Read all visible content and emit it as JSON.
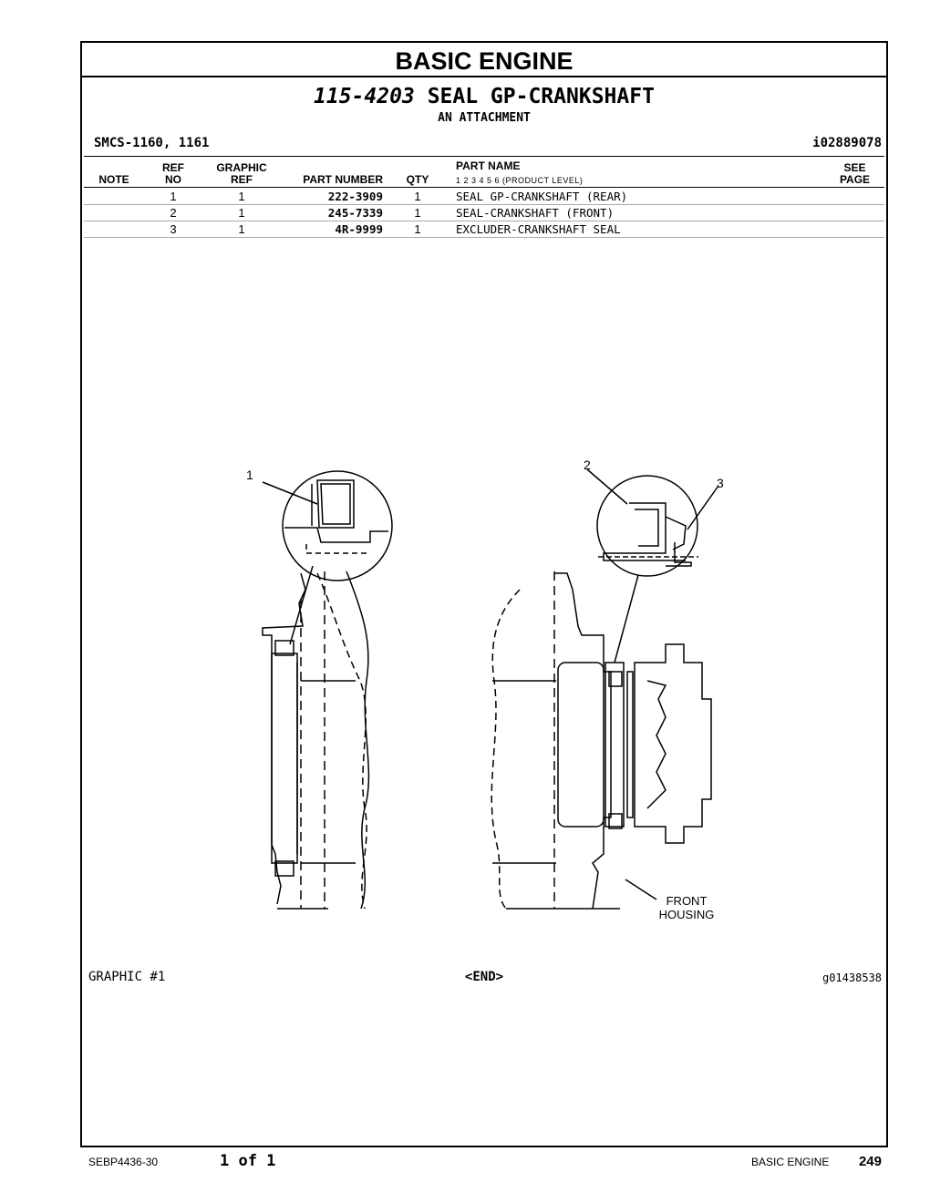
{
  "section_title": "BASIC ENGINE",
  "group": {
    "part_number": "115-4203",
    "name": "SEAL GP-CRANKSHAFT",
    "attachment": "AN ATTACHMENT"
  },
  "smcs": "SMCS-1160, 1161",
  "ref_id": "i02889078",
  "table": {
    "headers": {
      "note": "NOTE",
      "ref_no_top": "REF",
      "ref_no_bottom": "NO",
      "graphic_ref_top": "GRAPHIC",
      "graphic_ref_bottom": "REF",
      "part_number": "PART NUMBER",
      "qty": "QTY",
      "part_name": "PART NAME",
      "product_level": "1    2    3    4    5    6    (PRODUCT LEVEL)",
      "see_page_top": "SEE",
      "see_page_bottom": "PAGE"
    },
    "rows": [
      {
        "note": "",
        "ref_no": "1",
        "graphic_ref": "1",
        "part_number": "222-3909",
        "qty": "1",
        "part_name": "SEAL GP-CRANKSHAFT (REAR)",
        "see_page": ""
      },
      {
        "note": "",
        "ref_no": "2",
        "graphic_ref": "1",
        "part_number": "245-7339",
        "qty": "1",
        "part_name": "SEAL-CRANKSHAFT (FRONT)",
        "see_page": ""
      },
      {
        "note": "",
        "ref_no": "3",
        "graphic_ref": "1",
        "part_number": "4R-9999",
        "qty": "1",
        "part_name": "EXCLUDER-CRANKSHAFT SEAL",
        "see_page": ""
      }
    ]
  },
  "diagram": {
    "callouts": [
      "1",
      "2",
      "3"
    ],
    "front_housing_line1": "FRONT",
    "front_housing_line2": "HOUSING"
  },
  "graphic_label": "GRAPHIC #1",
  "end_marker": "<END>",
  "graphic_id": "g01438538",
  "footer": {
    "doc_number": "SEBP4436-30",
    "page_of": "1 of 1",
    "section": "BASIC ENGINE",
    "page_number": "249"
  }
}
